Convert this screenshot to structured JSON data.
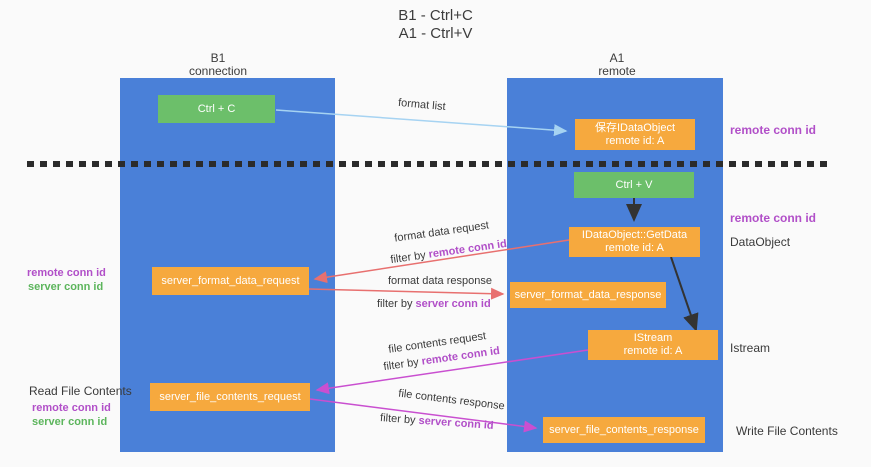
{
  "title": {
    "line1": "B1 - Ctrl+C",
    "line2": "A1 - Ctrl+V"
  },
  "lifelines": {
    "left": {
      "name": "B1",
      "role": "connection"
    },
    "right": {
      "name": "A1",
      "role": "remote"
    }
  },
  "nodes": {
    "ctrl_c": {
      "label": "Ctrl + C"
    },
    "store_dataobject": {
      "line1": "保存IDataObject",
      "line2": "remote id: A"
    },
    "ctrl_v": {
      "label": "Ctrl + V"
    },
    "getdata": {
      "line1": "IDataObject::GetData",
      "line2": "remote id: A"
    },
    "format_request": {
      "label": "server_format_data_request"
    },
    "format_response": {
      "label": "server_format_data_response"
    },
    "istream": {
      "line1": "IStream",
      "line2": "remote id: A"
    },
    "file_request": {
      "label": "server_file_contents_request"
    },
    "file_response": {
      "label": "server_file_contents_response"
    }
  },
  "edge_labels": {
    "format_list": "format list",
    "format_request": "format data request",
    "format_request_filter_prefix": "filter by ",
    "format_request_filter_key": "remote conn id",
    "format_response": "format data response",
    "format_response_filter_prefix": "filter by ",
    "format_response_filter_key": "server conn id",
    "file_request": "file contents request",
    "file_request_filter_prefix": "filter by ",
    "file_request_filter_key": "remote conn id",
    "file_response": "file contents response",
    "file_response_filter_prefix": "filter by ",
    "file_response_filter_key": "server conn id"
  },
  "side_labels": {
    "right_top_conn": "remote conn id",
    "right_mid_conn": "remote conn id",
    "right_dataobject": "DataObject",
    "right_istream": "Istream",
    "right_write": "Write File Contents",
    "left_mid_remote": "remote conn id",
    "left_mid_server": "server conn id",
    "left_read": "Read File Contents",
    "left_bottom_remote": "remote conn id",
    "left_bottom_server": "server conn id"
  },
  "colors": {
    "lifeline_blue": "#4a80d8",
    "node_orange": "#f6a93e",
    "node_green": "#6cbf6a",
    "accent_purple": "#b14fc8",
    "accent_green": "#5cb55c",
    "arrow_red": "#e8706f",
    "arrow_magenta": "#c94fd0",
    "arrow_blue": "#a6d3f2",
    "arrow_dark": "#333333",
    "background": "#fafafa"
  }
}
